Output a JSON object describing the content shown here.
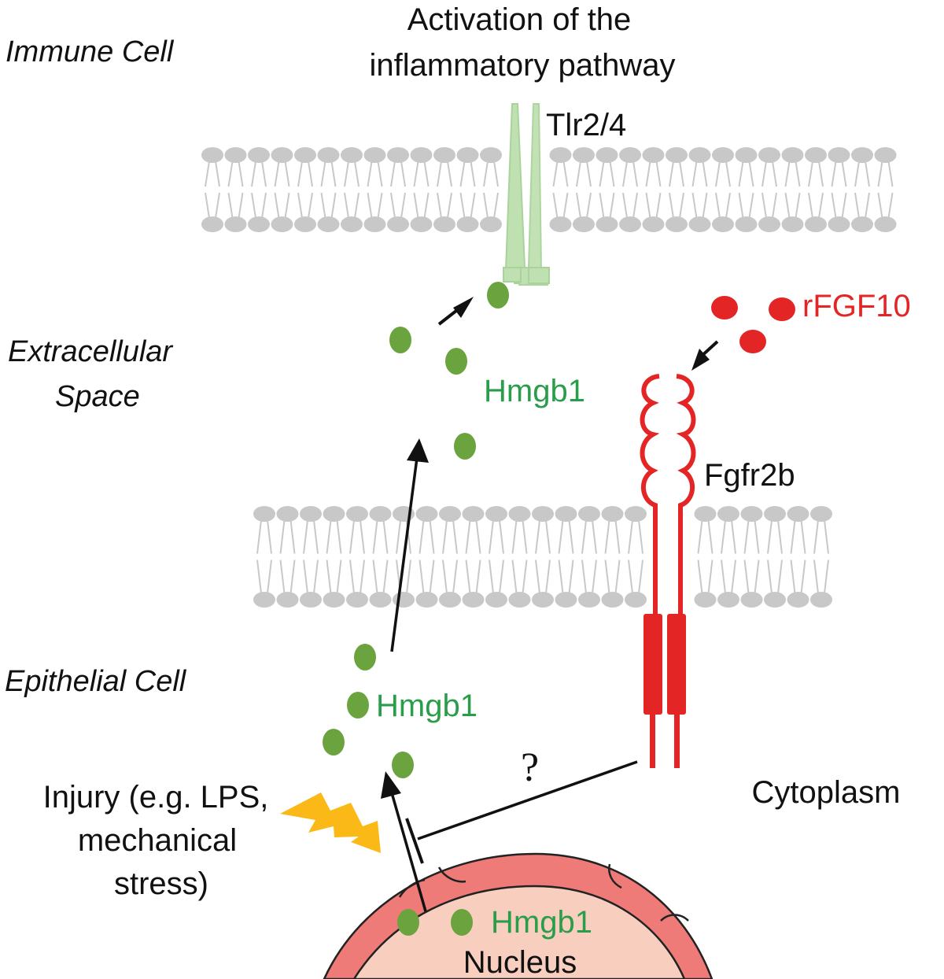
{
  "regions": {
    "immune_cell": "Immune Cell",
    "extracellular_1": "Extracellular",
    "extracellular_2": "Space",
    "epithelial_cell": "Epithelial Cell",
    "cytoplasm": "Cytoplasm"
  },
  "labels": {
    "activation_1": "Activation of the",
    "activation_2": "inflammatory pathway",
    "tlr": "Tlr2/4",
    "rfgf10": "rFGF10",
    "fgfr2b": "Fgfr2b",
    "hmgb1_extracellular": "Hmgb1",
    "hmgb1_cytoplasm": "Hmgb1",
    "hmgb1_nucleus": "Hmgb1",
    "nucleus": "Nucleus",
    "unknown_inhibition": "?",
    "injury_1": "Injury (e.g. LPS,",
    "injury_2": "mechanical",
    "injury_3": "stress)"
  },
  "colors": {
    "hmgb1_green": "#6ba43f",
    "hmgb1_text": "#2a9d4b",
    "fgf_red": "#e32526",
    "tlr_green": "#bfe0b0",
    "membrane_gray": "#c8c8c8",
    "lightning_yellow": "#fbb917",
    "nucleus_envelope": "#ee7b78",
    "nucleus_inner": "#f8cfbf"
  },
  "icons": {
    "injury": "lightning-bolt-icon",
    "inhibition": "t-bar-inhibition-icon"
  }
}
